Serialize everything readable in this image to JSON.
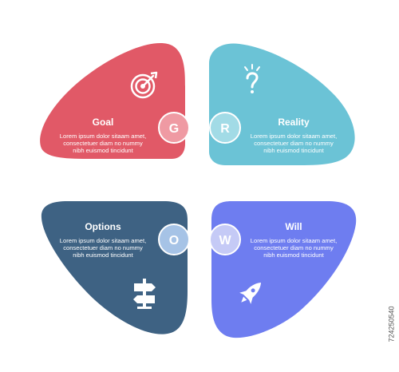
{
  "colors": {
    "goal": "#e15967",
    "reality": "#6bc3d6",
    "options": "#3e6283",
    "will": "#6e7df0"
  },
  "quadrants": [
    {
      "key": "goal",
      "title": "Goal",
      "letter": "G",
      "body": [
        "Lorem ipsum dolor sitaam amet,",
        "consectetuer diam no nummy",
        "nibh euismod tincidunt"
      ],
      "icon": "target-icon"
    },
    {
      "key": "reality",
      "title": "Reality",
      "letter": "R",
      "body": [
        "Lorem ipsum dolor sitaam amet,",
        "consectetuer diam no nummy",
        "nibh euismod tincidunt"
      ],
      "icon": "question-icon"
    },
    {
      "key": "options",
      "title": "Options",
      "letter": "O",
      "body": [
        "Lorem ipsum dolor sitaam amet,",
        "consectetuer diam no nummy",
        "nibh euismod tincidunt"
      ],
      "icon": "signpost-icon"
    },
    {
      "key": "will",
      "title": "Will",
      "letter": "W",
      "body": [
        "Lorem ipsum dolor sitaam amet,",
        "consectetuer diam no nummy",
        "nibh euismod tincidunt"
      ],
      "icon": "rocket-icon"
    }
  ],
  "side_id": "724250540"
}
